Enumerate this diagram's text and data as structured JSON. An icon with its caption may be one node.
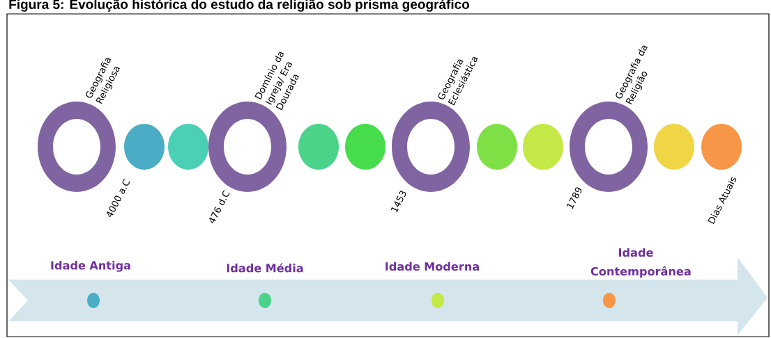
{
  "diagram": {
    "title": "Figura 5: Evolução histórica do estudo da religião sob prisma geográfico",
    "labels": [
      "Geografia Religiosa",
      "Domínio da Igreja/ Era Dourada",
      "Geografia Eclesiástica",
      "Geografia da Religião",
      "4000 a.C",
      "476 d.C",
      "1453",
      "1789",
      "Dias Atuais",
      "Idade Antiga",
      "Idade Média",
      "Idade Moderna",
      "Idade Contemporânea"
    ]
  }
}
